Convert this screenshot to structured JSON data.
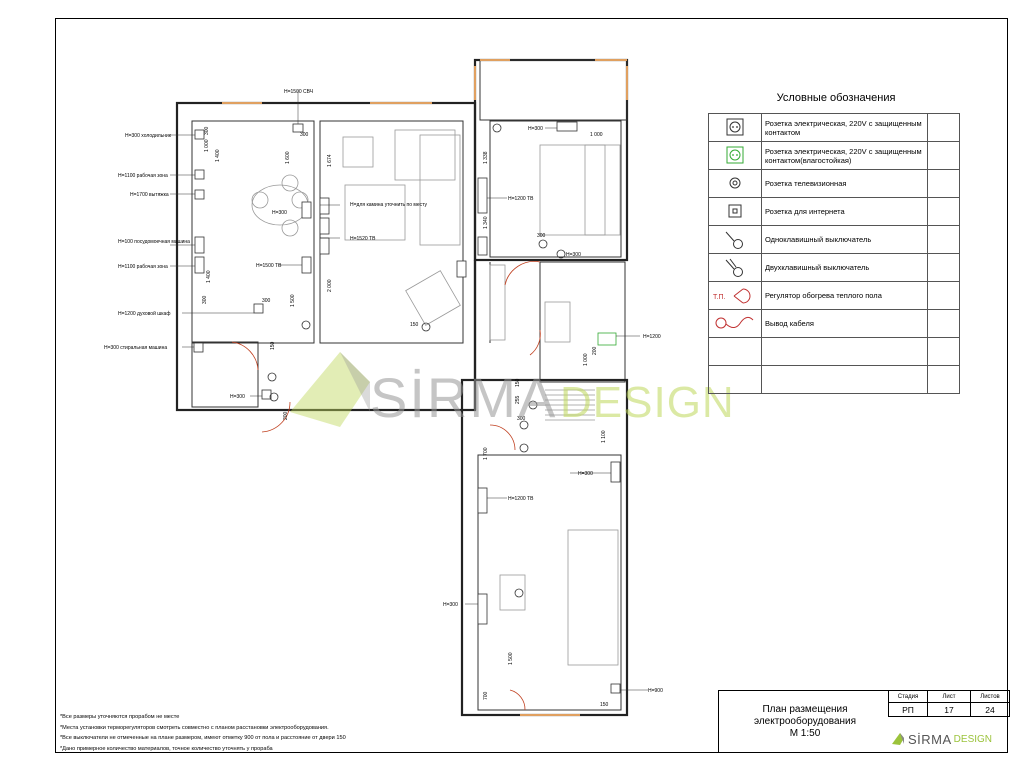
{
  "legend": {
    "title": "Условные обозначения",
    "items": [
      {
        "icon": "socket-icon",
        "label": "Розетка электрическая, 220V с защищенным контактом"
      },
      {
        "icon": "socket-waterproof-icon",
        "label": "Розетка электрическая, 220V с защищенным контактом(влагостойкая)"
      },
      {
        "icon": "tv-socket-icon",
        "label": "Розетка телевизионная"
      },
      {
        "icon": "internet-socket-icon",
        "label": "Розетка для интернета"
      },
      {
        "icon": "single-switch-icon",
        "label": "Одноклавишный выключатель"
      },
      {
        "icon": "double-switch-icon",
        "label": "Двухклавишный выключатель"
      },
      {
        "icon": "floor-heating-regulator-icon",
        "label": "Регулятор обогрева теплого пола",
        "symbol_text": "Т.П."
      },
      {
        "icon": "cable-outlet-icon",
        "label": "Вывод кабеля"
      },
      {
        "icon": "",
        "label": ""
      },
      {
        "icon": "",
        "label": ""
      }
    ]
  },
  "notes": [
    "*Все размеры уточняются прорабом не месте",
    "*Места установки терморегуляторов смотреть совместно с планом расстановки электрооборудования.",
    "*Все выключатели не отмеченные на плане размером, имеют отметку 900 от пола и расстояние от двери 150",
    "*Дано примерное количество материалов, точное количество уточнять у прораба"
  ],
  "title_block": {
    "title_line1": "План размещения",
    "title_line2": "электрооборудования",
    "title_line3": "М 1:50",
    "headers": [
      "Стадия",
      "Лист",
      "Листов"
    ],
    "values": [
      "РП",
      "17",
      "24"
    ],
    "logo_main": "SİRMA",
    "logo_sub": "DESIGN"
  },
  "watermark": {
    "main": "SİRMA",
    "sub": "DESIGN"
  },
  "plan_labels": {
    "h1500_svch": "Н=1500 СВЧ",
    "fridge": "Н=300 холодильник",
    "work1": "Н=1100 рабочая зона",
    "hood": "Н=1700 вытяжка",
    "dishwasher": "Н=100 посудомоечная машина",
    "work2": "Н=1100 рабочая зона",
    "oven": "Н=1200 духовой шкаф",
    "washer": "Н=300 стиральная машина",
    "h300_a": "Н=300",
    "h1500_tv": "Н=1500 ТВ",
    "fireplace": "Н=для камина уточнить по месту",
    "h1520_tv": "Н=1520 ТВ",
    "h300_b": "Н=300",
    "h1200_tv_a": "Н=1200 ТВ",
    "h300_c": "Н=300",
    "h1200_bath": "Н=1200",
    "h300_d": "Н=300",
    "h1200_tv_b": "Н=1200 ТВ",
    "h300_e": "Н=300",
    "h900": "Н=900",
    "h300_entry": "Н=300",
    "d300_1": "300",
    "d300_2": "300",
    "d300_3": "300",
    "d300_4": "300",
    "d1000_1": "1 000",
    "d1000_2": "1 000",
    "d1000_3": "1 000",
    "d1600": "1 600",
    "d1674": "1 674",
    "d1400_1": "1 400",
    "d1400_2": "1 400",
    "d2000": "2 000",
    "d1500_1": "1 500",
    "d1500_2": "1 500",
    "d1338": "1 338",
    "d1340": "1 340",
    "d1700": "1 700",
    "d1100": "1 100",
    "d150_1": "150",
    "d150_2": "150",
    "d150_3": "150",
    "d150_4": "150",
    "d200_1": "200",
    "d200_2": "200",
    "d255": "255",
    "d700": "700"
  }
}
